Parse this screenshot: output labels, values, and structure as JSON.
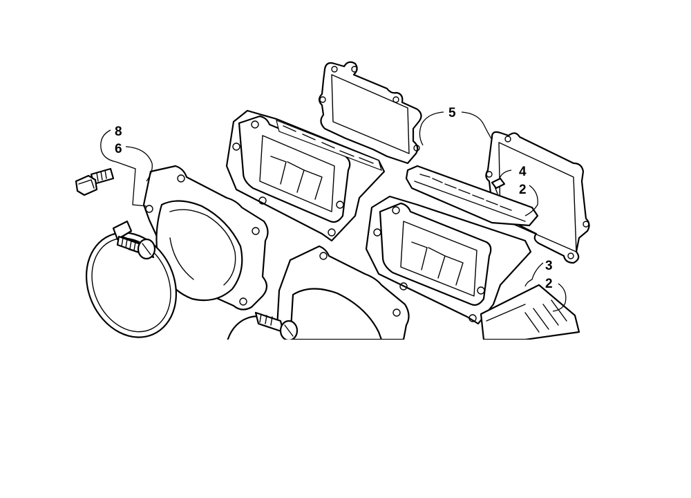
{
  "callouts": {
    "c8": "8",
    "c6": "6",
    "c5": "5",
    "c4": "4",
    "c2a": "2",
    "c3": "3",
    "c2b": "2"
  }
}
